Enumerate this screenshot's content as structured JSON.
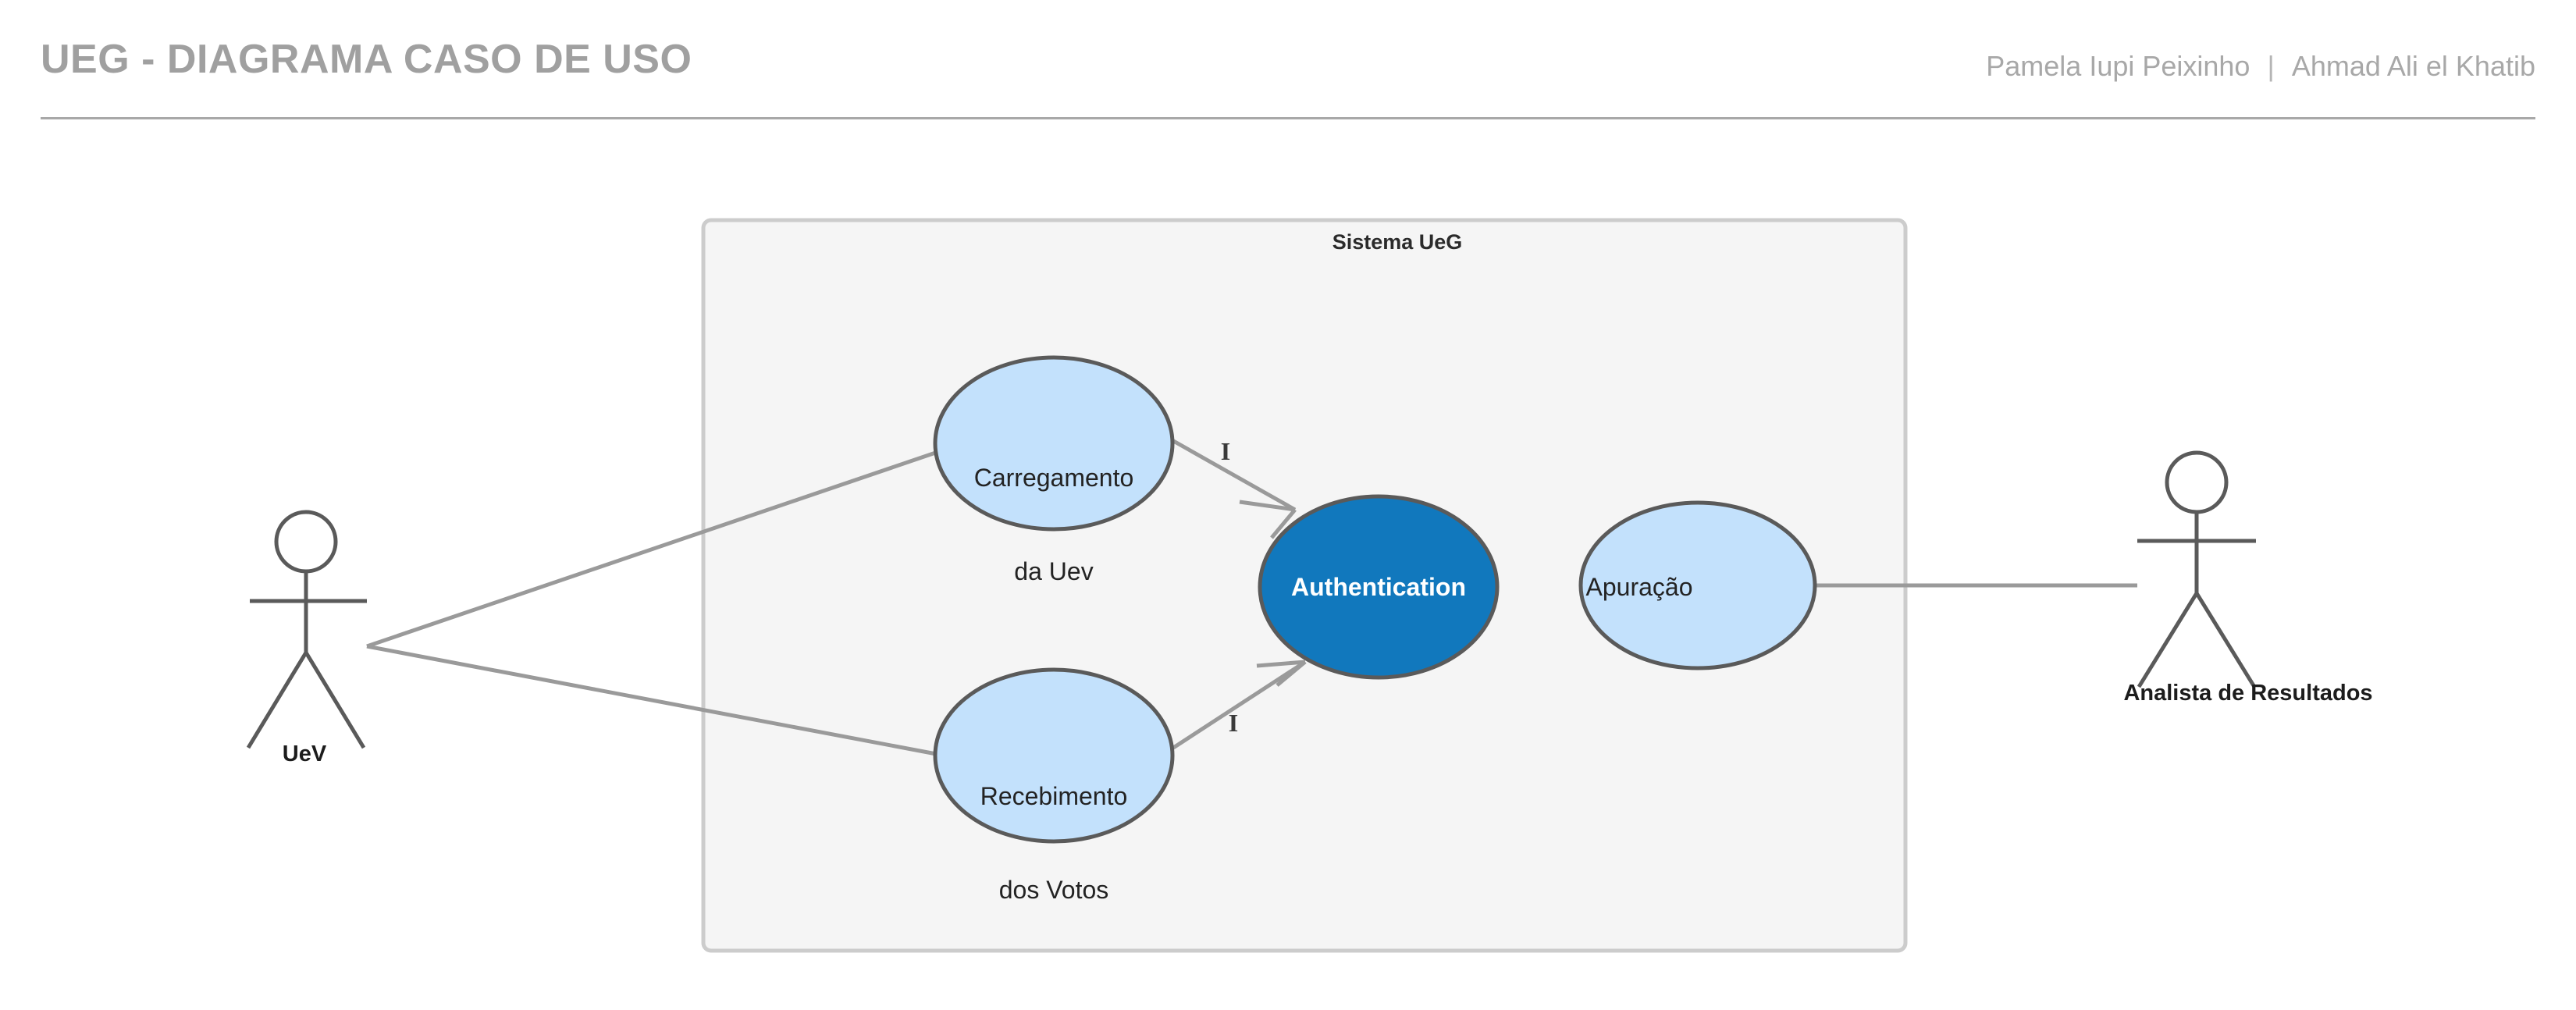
{
  "header": {
    "title": "UEG - DIAGRAMA CASO DE USO",
    "author_1": "Pamela Iupi Peixinho",
    "separator": "|",
    "author_2": "Ahmad Ali el Khatib"
  },
  "diagram": {
    "type": "uml-use-case",
    "boundary": {
      "title": "Sistema UeG",
      "fill": "#f5f5f5",
      "stroke": "#cccccc"
    },
    "use_cases": [
      {
        "id": "carregamento",
        "label_line_1": "Carregamento",
        "label_line_2": "da Uev",
        "fill": "#c3e1fc",
        "stroke": "#5a5a5a",
        "text_color": "#232323"
      },
      {
        "id": "recebimento",
        "label_line_1": "Recebimento",
        "label_line_2": "dos Votos",
        "fill": "#c3e1fc",
        "stroke": "#5a5a5a",
        "text_color": "#232323"
      },
      {
        "id": "authentication",
        "label_line_1": "Authentication",
        "label_line_2": "",
        "fill": "#1178bd",
        "stroke": "#5a5a5a",
        "text_color": "#ffffff"
      },
      {
        "id": "apuracao",
        "label_line_1": "Apuração",
        "label_line_2": "",
        "fill": "#c3e1fc",
        "stroke": "#5a5a5a",
        "text_color": "#232323"
      }
    ],
    "actors": [
      {
        "id": "uev",
        "label": "UeV"
      },
      {
        "id": "analista",
        "label": "Analista de Resultados"
      }
    ],
    "edge_labels": [
      {
        "id": "edge-label-1",
        "text": "I"
      },
      {
        "id": "edge-label-2",
        "text": "I"
      }
    ],
    "connector_color": "#9a9a9a",
    "actor_color": "#5a5a5a"
  }
}
